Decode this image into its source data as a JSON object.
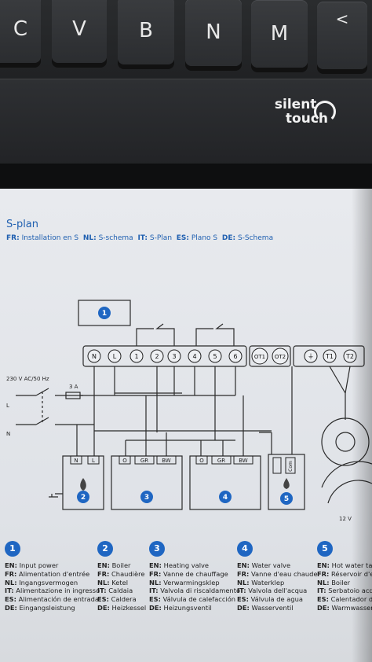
{
  "keyboard": {
    "keys": [
      "C",
      "V",
      "B",
      "N",
      "M",
      "<"
    ],
    "brand_line1": "silent",
    "brand_line2": "touch"
  },
  "manual": {
    "title": "S-plan",
    "languages": [
      {
        "code": "FR:",
        "text": "Installation en S"
      },
      {
        "code": "NL:",
        "text": "S-schema"
      },
      {
        "code": "IT:",
        "text": "S-Plan"
      },
      {
        "code": "ES:",
        "text": "Plano S"
      },
      {
        "code": "DE:",
        "text": "S-Schema"
      }
    ]
  },
  "diagram": {
    "power_label": "230 V AC/50 Hz",
    "fuse_label": "3 A",
    "live_label": "L",
    "neutral_label": "N",
    "terminals": [
      "N",
      "L",
      "1",
      "2",
      "3",
      "4",
      "5",
      "6",
      "OT1",
      "OT2",
      "⏚",
      "T1",
      "T2"
    ],
    "voltage_label": "12 V",
    "boiler_terms": [
      "N",
      "L"
    ],
    "valve_terms": [
      "O",
      "GR",
      "BW"
    ],
    "tank_terms": [
      "",
      "Com"
    ],
    "markers": [
      "1",
      "2",
      "3",
      "4",
      "5"
    ]
  },
  "legend": [
    {
      "num": "1",
      "lines": [
        [
          "EN:",
          "Input power"
        ],
        [
          "FR:",
          "Alimentation d'entrée"
        ],
        [
          "NL:",
          "Ingangsvermogen"
        ],
        [
          "IT:",
          "Alimentazione in ingresso"
        ],
        [
          "ES:",
          "Alimentación de entrada"
        ],
        [
          "DE:",
          "Eingangsleistung"
        ]
      ]
    },
    {
      "num": "2",
      "lines": [
        [
          "EN:",
          "Boiler"
        ],
        [
          "FR:",
          "Chaudière"
        ],
        [
          "NL:",
          "Ketel"
        ],
        [
          "IT:",
          "Caldaia"
        ],
        [
          "ES:",
          "Caldera"
        ],
        [
          "DE:",
          "Heizkessel"
        ]
      ]
    },
    {
      "num": "3",
      "lines": [
        [
          "EN:",
          "Heating valve"
        ],
        [
          "FR:",
          "Vanne de chauffage"
        ],
        [
          "NL:",
          "Verwarmingsklep"
        ],
        [
          "IT:",
          "Valvola di riscaldamento"
        ],
        [
          "ES:",
          "Válvula de calefacción"
        ],
        [
          "DE:",
          "Heizungsventil"
        ]
      ]
    },
    {
      "num": "4",
      "lines": [
        [
          "EN:",
          "Water valve"
        ],
        [
          "FR:",
          "Vanne d'eau chaude"
        ],
        [
          "NL:",
          "Waterklep"
        ],
        [
          "IT:",
          "Valvola dell'acqua"
        ],
        [
          "ES:",
          "Válvula de agua"
        ],
        [
          "DE:",
          "Wasserventil"
        ]
      ]
    },
    {
      "num": "5",
      "lines": [
        [
          "EN:",
          "Hot water tank"
        ],
        [
          "FR:",
          "Réservoir d'eau"
        ],
        [
          "NL:",
          "Boiler"
        ],
        [
          "IT:",
          "Serbatoio acqua"
        ],
        [
          "ES:",
          "Calentador de a"
        ],
        [
          "DE:",
          "Warmwasserspe"
        ]
      ]
    }
  ],
  "colors": {
    "accent": "#1f66c2",
    "paper": "#e3e6ea",
    "ink": "#222222"
  }
}
